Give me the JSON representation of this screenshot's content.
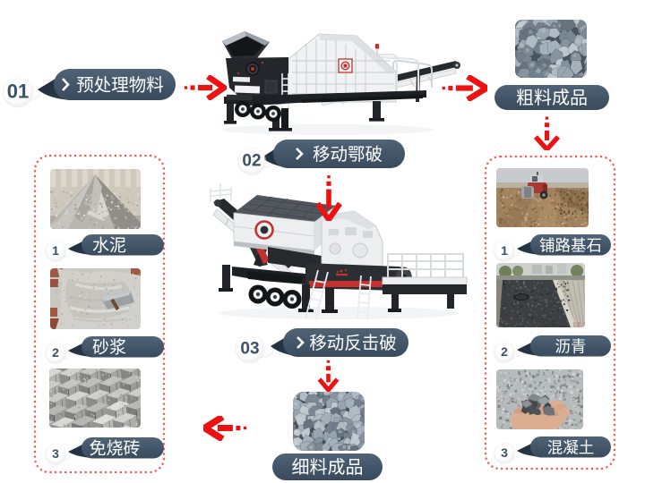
{
  "steps": [
    {
      "number": "01",
      "label": "预处理物料"
    },
    {
      "number": "02",
      "label": "移动鄂破"
    },
    {
      "number": "03",
      "label": "移动反击破"
    }
  ],
  "outputs": {
    "coarse": {
      "label": "粗料成品",
      "image": "coarse-aggregate-photo"
    },
    "fine": {
      "label": "细料成品",
      "image": "fine-aggregate-photo"
    }
  },
  "coarse_applications": {
    "items": [
      {
        "number": "1",
        "label": "铺路基石",
        "image": "road-base-photo"
      },
      {
        "number": "2",
        "label": "沥青",
        "image": "asphalt-road-photo"
      },
      {
        "number": "3",
        "label": "混凝土",
        "image": "concrete-hand-photo"
      }
    ]
  },
  "fine_applications": {
    "items": [
      {
        "number": "1",
        "label": "水泥",
        "image": "cement-pile-photo"
      },
      {
        "number": "2",
        "label": "砂浆",
        "image": "mortar-photo"
      },
      {
        "number": "3",
        "label": "免烧砖",
        "image": "brick-stack-photo"
      }
    ]
  },
  "machines": [
    {
      "name": "mobile-jaw-crusher"
    },
    {
      "name": "mobile-impact-crusher"
    }
  ],
  "colors": {
    "accent_red": "#ee1112",
    "dashed_border_red": "#f4574b",
    "pill_top": "#4e6173",
    "pill_bottom": "#394b5c",
    "beak_navy": "#243240",
    "number_text": "#3b5164"
  }
}
